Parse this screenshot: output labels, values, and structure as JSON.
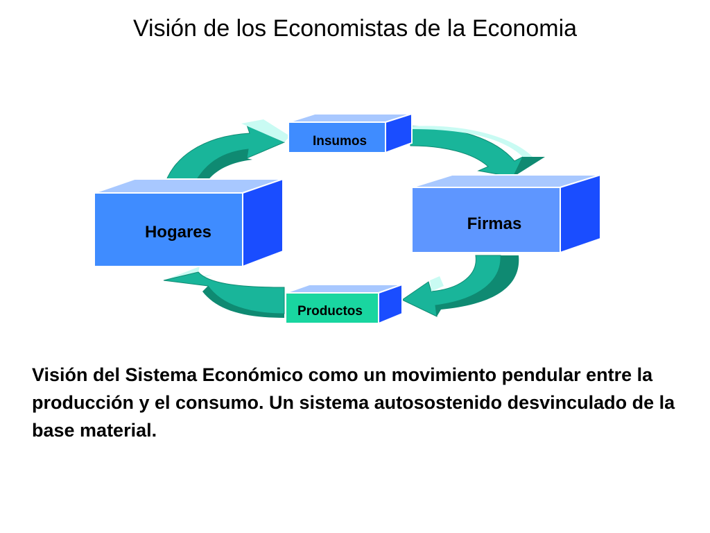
{
  "slide": {
    "title": "Visión de los Economistas de la Economia",
    "caption": "Visión del Sistema Económico como un movimiento pendular entre la producción y el consumo. Un  sistema autosostenido desvinculado de la base material."
  },
  "diagram": {
    "nodes": {
      "hogares": "Hogares",
      "firmas": "Firmas",
      "insumos": "Insumos",
      "productos": "Productos"
    },
    "colors": {
      "box_front": "#3f8cff",
      "box_top": "#a8c8ff",
      "box_side": "#1a4dff",
      "productos_front": "#19d6a0",
      "arrow_dark": "#129a80",
      "arrow_main": "#19b59a",
      "arrow_light": "#c9fbf3"
    }
  }
}
